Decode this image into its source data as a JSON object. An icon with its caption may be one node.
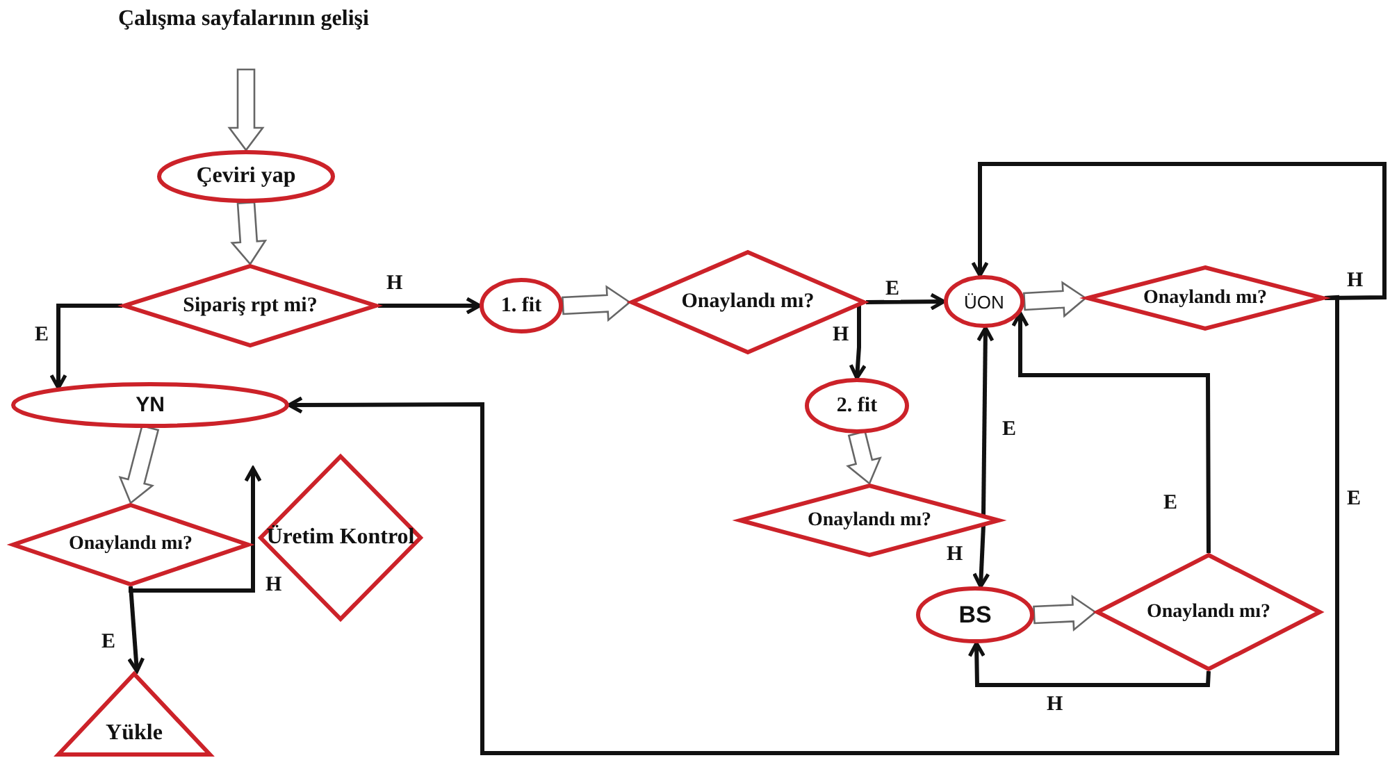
{
  "diagram": {
    "nodes": [
      {
        "text": [
          "Çalışma sayfalarının gelişi"
        ]
      },
      {
        "text": [
          "Çeviri yap"
        ]
      },
      {
        "text": [
          "Sipariş rpt mi?"
        ]
      },
      {
        "text": [
          "1. fit"
        ]
      },
      {
        "text": [
          "Onaylandı mı?"
        ]
      },
      {
        "text": [
          "ÜON"
        ]
      },
      {
        "text": [
          "Onaylandı mı?"
        ]
      },
      {
        "text": [
          "YN"
        ]
      },
      {
        "text": [
          "2. fit"
        ]
      },
      {
        "text": [
          "Onaylandı mı?"
        ]
      },
      {
        "text": [
          "Üretim Kontrol"
        ]
      },
      {
        "text": [
          "Onaylandı mı?"
        ]
      },
      {
        "text": [
          "BS"
        ]
      },
      {
        "text": [
          "Onaylandı mı?"
        ]
      },
      {
        "text": [
          "Yükle"
        ]
      }
    ],
    "edges": [
      {
        "from": 0,
        "to": 1,
        "arrow": "to",
        "style": "thick"
      },
      {
        "from": 1,
        "to": 2,
        "arrow": "to",
        "style": "thick"
      },
      {
        "from": 2,
        "to": 3,
        "arrow": "to",
        "label": "H"
      },
      {
        "from": 2,
        "to": 7,
        "arrow": "to",
        "label": "E"
      },
      {
        "from": 3,
        "to": 4,
        "arrow": "to",
        "style": "thick"
      },
      {
        "from": 4,
        "to": 5,
        "arrow": "to",
        "label": "E"
      },
      {
        "from": 4,
        "to": 8,
        "arrow": "to",
        "label": "H"
      },
      {
        "from": 5,
        "to": 6,
        "arrow": "to",
        "style": "thick"
      },
      {
        "from": 6,
        "to": 5,
        "arrow": "to",
        "label": "H"
      },
      {
        "from": 6,
        "to": 7,
        "arrow": "to",
        "label": "E"
      },
      {
        "from": 8,
        "to": 11,
        "arrow": "to",
        "style": "thick"
      },
      {
        "from": 11,
        "to": 5,
        "arrow": "to",
        "label": "E"
      },
      {
        "from": 11,
        "to": 12,
        "arrow": "to",
        "label": "H"
      },
      {
        "from": 12,
        "to": 13,
        "arrow": "to",
        "style": "thick"
      },
      {
        "from": 13,
        "to": 5,
        "arrow": "to",
        "label": "E"
      },
      {
        "from": 13,
        "to": 12,
        "arrow": "to",
        "label": "H"
      },
      {
        "from": 7,
        "to": 9,
        "arrow": "to",
        "style": "thick"
      },
      {
        "from": 9,
        "to": 14,
        "arrow": "to",
        "label": "E"
      },
      {
        "from": 9,
        "to": null,
        "arrow": "to",
        "label": "H"
      }
    ]
  }
}
